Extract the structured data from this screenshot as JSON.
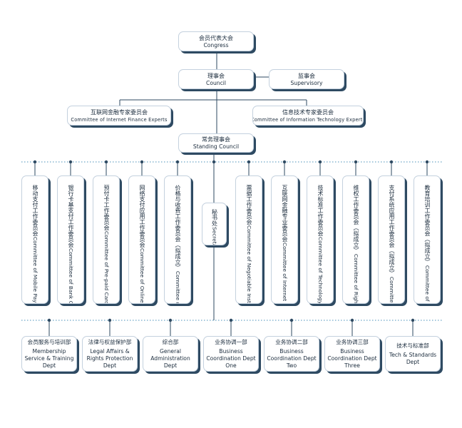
{
  "colors": {
    "line": "#2e4a62",
    "dot": "#2e4a62",
    "dotted": "#4a90b8",
    "shadow": "#2e4a62",
    "border": "#c4d1de"
  },
  "top": {
    "congress": {
      "zh": "会员代表大会",
      "en": "Congress"
    },
    "council": {
      "zh": "理事会",
      "en": "Council"
    },
    "supervisory": {
      "zh": "监事会",
      "en": "Supervisory"
    },
    "internet_finance_experts": {
      "zh": "互联网金融专家委员会",
      "en": "Committee of Internet Finance Experts"
    },
    "it_experts": {
      "zh": "信息技术专家委员会",
      "en": "Committee of Information Technology Experts"
    },
    "standing_council": {
      "zh": "常务理事会",
      "en": "Standing Council"
    }
  },
  "committees": [
    {
      "zh": "移动支付工作委员会",
      "en": "Committee of Mobile Payments"
    },
    {
      "zh": "银行卡基支付工作委员会",
      "en": "Committee of Bank Cards Payments"
    },
    {
      "zh": "预付卡工作委员会",
      "en": "Committee of Pre-paid Cards"
    },
    {
      "zh": "网络支付应用工作委员会",
      "en": "Committee of Online Payments"
    },
    {
      "zh": "价格与收费工作委员会（拟成立）",
      "en": "Committee of Pricing and Charges"
    },
    {
      "zh": "票据工作委员会",
      "en": "Committee of Negotiable Instrument"
    },
    {
      "zh": "互联网金融专业委员会",
      "en": "Committee of Internet Finance"
    },
    {
      "zh": "技术标准工作委员会",
      "en": "Committee of Technology and Standardization"
    },
    {
      "zh": "维权工作委员会（拟成立）",
      "en": "Committee of Rights & Interests Maintenance"
    },
    {
      "zh": "支付系统应用工作委员会（拟成立）",
      "en": "Committee of Payment Systems"
    },
    {
      "zh": "教育培训工作委员会（拟成立）",
      "en": "Committee of Education and Training"
    }
  ],
  "secretariat": {
    "zh": "秘书处",
    "en": "Secretariat"
  },
  "departments": [
    {
      "zh": "会员服务与培训部",
      "en": "Membership Service & Training Dept"
    },
    {
      "zh": "法律与权益保护部",
      "en": "Legal Affairs & Rights Protection Dept"
    },
    {
      "zh": "综合部",
      "en": "General Administration Dept"
    },
    {
      "zh": "业务协调一部",
      "en": "Business Coordination Dept One"
    },
    {
      "zh": "业务协调二部",
      "en": "Business Coordination Dept Two"
    },
    {
      "zh": "业务协调三部",
      "en": "Business Coordination Dept Three"
    },
    {
      "zh": "技术与标准部",
      "en": "Tech & Standards Dept"
    }
  ]
}
